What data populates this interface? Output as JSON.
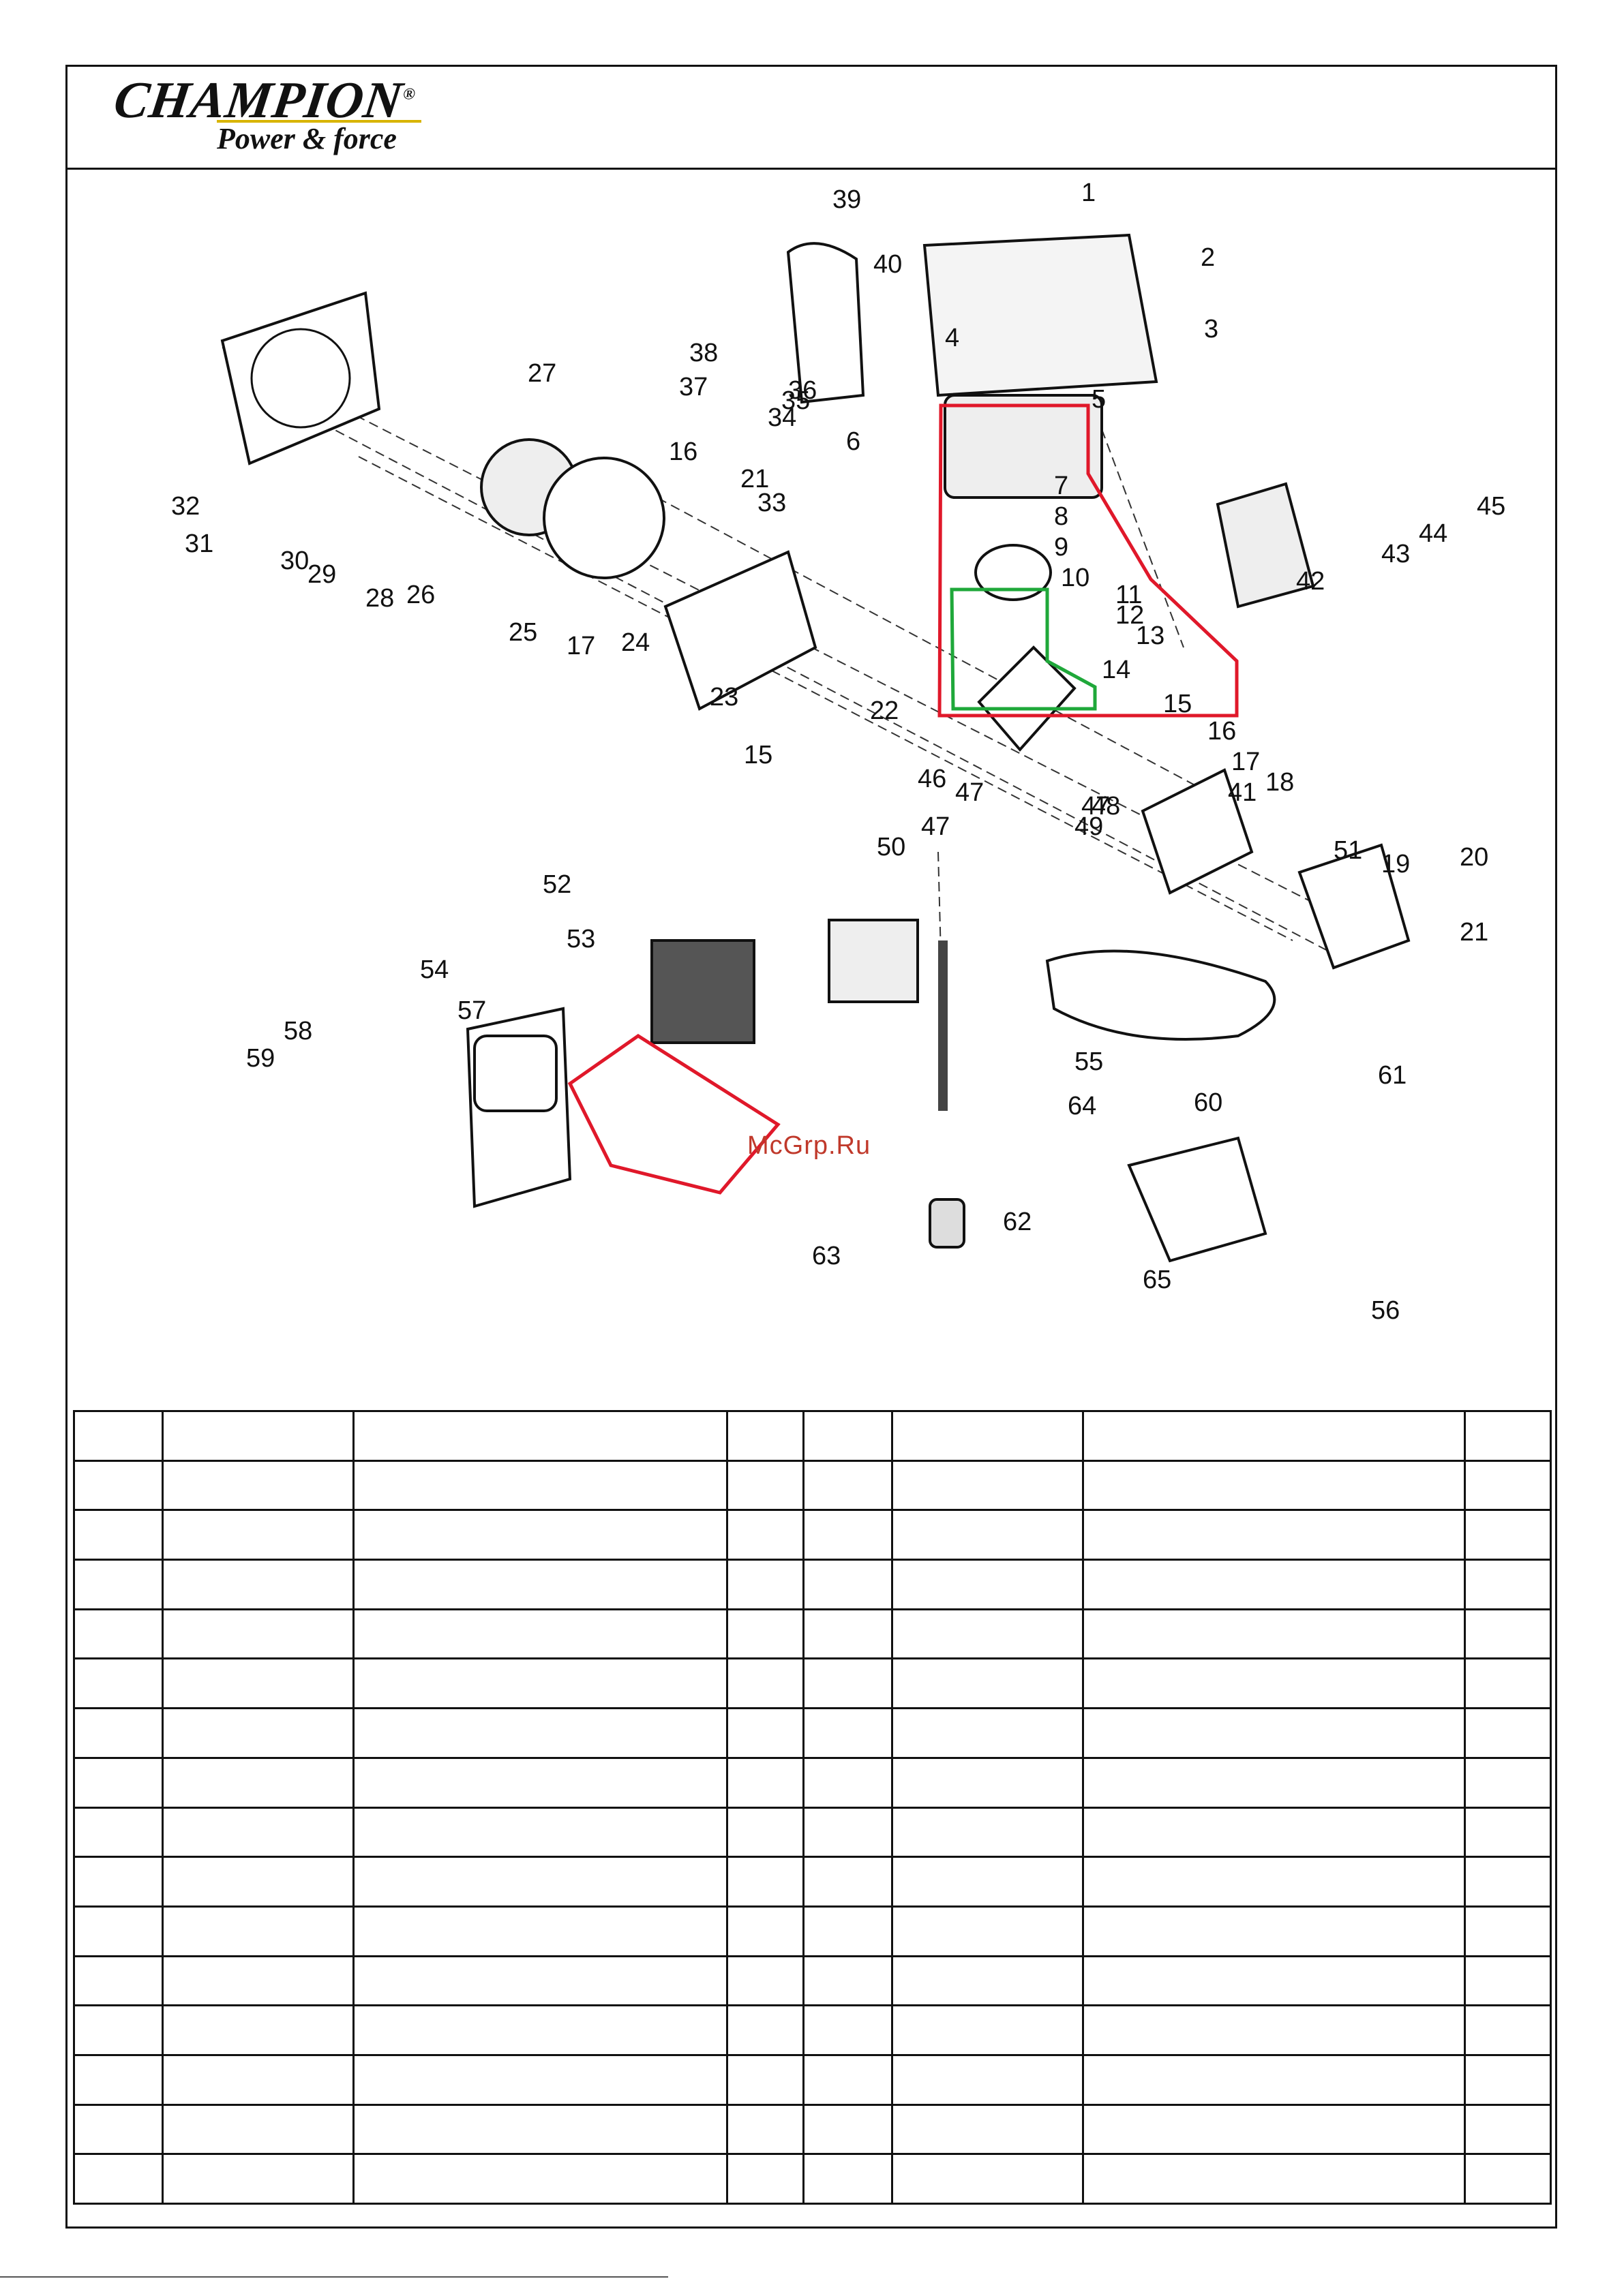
{
  "brand": {
    "name": "CHAMPION",
    "registered": "®",
    "tagline": "Power & force",
    "accent_color": "#d8b400"
  },
  "watermark": "McGrp.Ru",
  "highlight_colors": {
    "red": "#e0182a",
    "green": "#1fa83a"
  },
  "diagram": {
    "callouts": [
      "1",
      "2",
      "3",
      "4",
      "5",
      "6",
      "7",
      "8",
      "9",
      "10",
      "11",
      "12",
      "13",
      "14",
      "15",
      "15",
      "16",
      "16",
      "17",
      "17",
      "18",
      "19",
      "20",
      "21",
      "21",
      "22",
      "23",
      "24",
      "25",
      "26",
      "27",
      "28",
      "29",
      "30",
      "31",
      "32",
      "33",
      "34",
      "35",
      "36",
      "37",
      "38",
      "39",
      "40",
      "41",
      "42",
      "43",
      "44",
      "45",
      "46",
      "47",
      "47",
      "47",
      "48",
      "49",
      "50",
      "51",
      "52",
      "53",
      "54",
      "55",
      "56",
      "57",
      "58",
      "59",
      "60",
      "61",
      "62",
      "63",
      "64",
      "65"
    ]
  },
  "parts_table": {
    "columns": 8,
    "rows": [
      [
        "",
        "",
        "",
        "",
        "",
        "",
        "",
        ""
      ],
      [
        "",
        "",
        "",
        "",
        "",
        "",
        "",
        ""
      ],
      [
        "",
        "",
        "",
        "",
        "",
        "",
        "",
        ""
      ],
      [
        "",
        "",
        "",
        "",
        "",
        "",
        "",
        ""
      ],
      [
        "",
        "",
        "",
        "",
        "",
        "",
        "",
        ""
      ],
      [
        "",
        "",
        "",
        "",
        "",
        "",
        "",
        ""
      ],
      [
        "",
        "",
        "",
        "",
        "",
        "",
        "",
        ""
      ],
      [
        "",
        "",
        "",
        "",
        "",
        "",
        "",
        ""
      ],
      [
        "",
        "",
        "",
        "",
        "",
        "",
        "",
        ""
      ],
      [
        "",
        "",
        "",
        "",
        "",
        "",
        "",
        ""
      ],
      [
        "",
        "",
        "",
        "",
        "",
        "",
        "",
        ""
      ],
      [
        "",
        "",
        "",
        "",
        "",
        "",
        "",
        ""
      ],
      [
        "",
        "",
        "",
        "",
        "",
        "",
        "",
        ""
      ],
      [
        "",
        "",
        "",
        "",
        "",
        "",
        "",
        ""
      ],
      [
        "",
        "",
        "",
        "",
        "",
        "",
        "",
        ""
      ],
      [
        "",
        "",
        "",
        "",
        "",
        "",
        "",
        ""
      ]
    ]
  }
}
